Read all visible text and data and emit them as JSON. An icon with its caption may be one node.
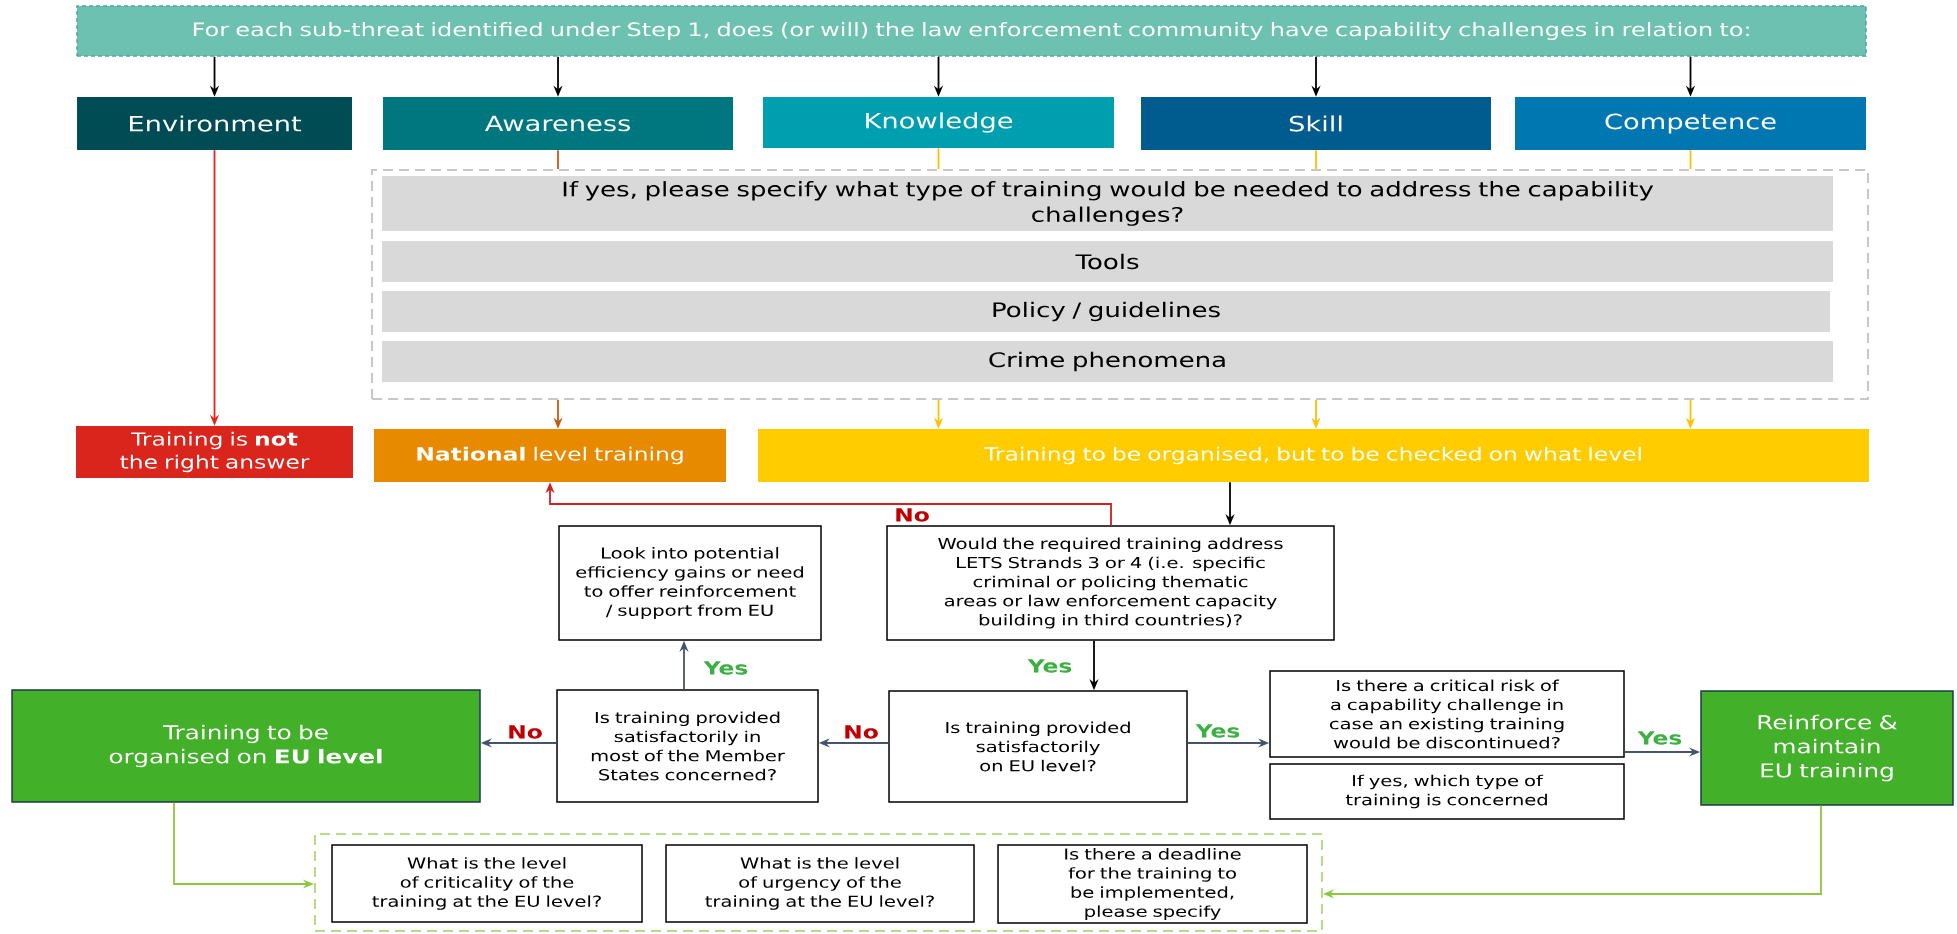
{
  "diagram": {
    "nodes": [
      {
        "text": [
          "For each sub-threat identified under Step 1, does (or will) the law enforcement community have capability challenges in relation to:"
        ]
      },
      {
        "text": [
          "Environment"
        ]
      },
      {
        "text": [
          "Awareness"
        ]
      },
      {
        "text": [
          "Knowledge"
        ]
      },
      {
        "text": [
          "Skill"
        ]
      },
      {
        "text": [
          "Competence"
        ]
      },
      {
        "text": [],
        "shape": "box"
      },
      {
        "text": [
          "If yes, please specify what type of training would be needed to address the capability challenges?"
        ],
        "in": 6
      },
      {
        "text": [
          "Tools"
        ],
        "in": 6
      },
      {
        "text": [
          "Policy / guidelines"
        ],
        "in": 6
      },
      {
        "text": [
          "Crime phenomena"
        ],
        "in": 6
      },
      {
        "text": [
          "Training is **not** the right answer"
        ]
      },
      {
        "text": [
          "**National** level training"
        ]
      },
      {
        "text": [
          "Training to be organised, but to be checked on what level"
        ]
      },
      {
        "text": [
          "Look into potential efficiency gains or need to offer reinforcement / support from EU"
        ]
      },
      {
        "text": [
          "Would the required training address LETS Strands 3 or 4 (i.e. specific criminal or policing thematic areas or law enforcement capacity building in third countries)?"
        ]
      },
      {
        "text": [
          "Training to be organised on **EU level**"
        ]
      },
      {
        "text": [
          "Is training provided satisfactorily in most of the Member States concerned?"
        ]
      },
      {
        "text": [
          "Is training provided satisfactorily on EU level?"
        ]
      },
      {
        "text": [
          "Is there a critical risk of a capability challenge in case an existing training would be discontinued?"
        ]
      },
      {
        "text": [
          "If yes, which type of training is concerned"
        ]
      },
      {
        "text": [
          "Reinforce & maintain EU training"
        ]
      },
      {
        "text": [],
        "shape": "box"
      },
      {
        "text": [
          "What is the level of criticality of the training at the EU level?"
        ],
        "in": 22
      },
      {
        "text": [
          "What is the level of urgency of the training at the EU level?"
        ],
        "in": 22
      },
      {
        "text": [
          "Is there a deadline for the training to be implemented, please specify"
        ],
        "in": 22
      }
    ],
    "edges": [
      {
        "from": 0,
        "to": 1,
        "arrow": "to"
      },
      {
        "from": 0,
        "to": 2,
        "arrow": "to"
      },
      {
        "from": 0,
        "to": 3,
        "arrow": "to"
      },
      {
        "from": 0,
        "to": 4,
        "arrow": "to"
      },
      {
        "from": 0,
        "to": 5,
        "arrow": "to"
      },
      {
        "from": 1,
        "to": 11,
        "arrow": "to",
        "color": "#e0251b"
      },
      {
        "from": 2,
        "to": 6,
        "arrow": "none",
        "color": "#c55a11"
      },
      {
        "from": 6,
        "to": 12,
        "arrow": "to",
        "color": "#c55a11"
      },
      {
        "from": 3,
        "to": 6,
        "arrow": "none",
        "color": "#ffc000"
      },
      {
        "from": 6,
        "to": 13,
        "arrow": "to",
        "color": "#ffc000"
      },
      {
        "from": 4,
        "to": 6,
        "arrow": "none",
        "color": "#ffc000"
      },
      {
        "from": 6,
        "to": 13,
        "arrow": "to",
        "color": "#ffc000"
      },
      {
        "from": 5,
        "to": 6,
        "arrow": "none",
        "color": "#ffc000"
      },
      {
        "from": 6,
        "to": 13,
        "arrow": "to",
        "color": "#ffc000"
      },
      {
        "from": 13,
        "to": 15,
        "arrow": "to"
      },
      {
        "from": 15,
        "to": 12,
        "arrow": "to",
        "label": "No",
        "color": "#d02020"
      },
      {
        "from": 15,
        "to": 18,
        "arrow": "to",
        "label": "Yes"
      },
      {
        "from": 18,
        "to": 17,
        "arrow": "to",
        "label": "No",
        "color": "#44546a"
      },
      {
        "from": 17,
        "to": 14,
        "arrow": "to",
        "label": "Yes",
        "color": "#44546a"
      },
      {
        "from": 17,
        "to": 16,
        "arrow": "to",
        "label": "No",
        "color": "#44546a"
      },
      {
        "from": 18,
        "to": 19,
        "arrow": "to",
        "label": "Yes",
        "color": "#44546a"
      },
      {
        "from": 19,
        "to": 21,
        "arrow": "to",
        "label": "Yes",
        "color": "#44546a"
      },
      {
        "from": 16,
        "to": 22,
        "arrow": "to",
        "color": "#8dc63f"
      },
      {
        "from": 21,
        "to": 22,
        "arrow": "to",
        "color": "#8dc63f"
      }
    ]
  }
}
